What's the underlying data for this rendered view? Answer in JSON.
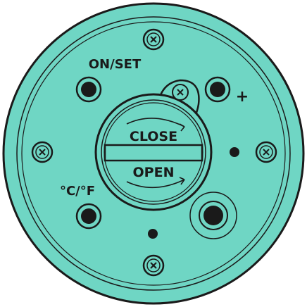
{
  "panel": {
    "body_color": "#6fd6c4",
    "outline_color": "#1a1a1a",
    "labels": {
      "on_set": "ON/SET",
      "plus": "+",
      "unit_toggle": "°C/°F",
      "close": "CLOSE",
      "open": "OPEN"
    },
    "icons": {
      "screw": "screw-cross-icon",
      "button": "round-button-icon",
      "indicator": "indicator-dot-icon",
      "rotate": "rotate-arrow-icon"
    }
  }
}
